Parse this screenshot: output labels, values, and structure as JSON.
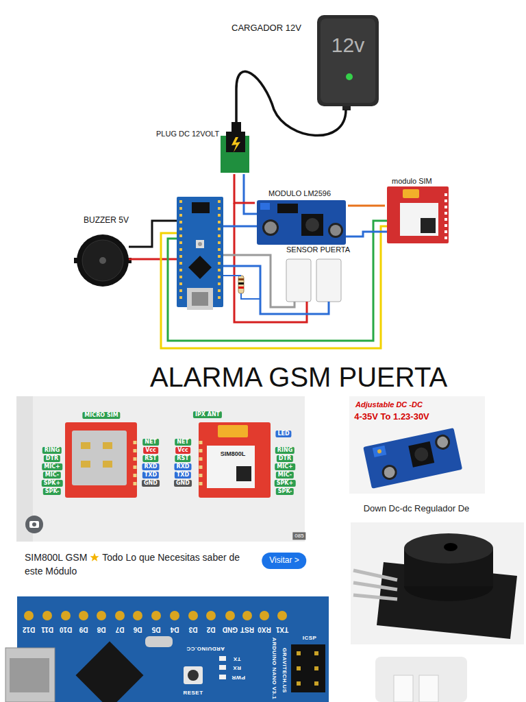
{
  "diagram": {
    "title": "ALARMA GSM PUERTA",
    "nodes": [
      {
        "text": [
          "CARGADOR 12V"
        ]
      },
      {
        "text": [
          "PLUG DC 12VOLT"
        ]
      },
      {
        "text": [
          "MODULO LM2596"
        ]
      },
      {
        "text": [
          "modulo SIM"
        ]
      },
      {
        "text": [
          "BUZZER 5V"
        ]
      },
      {
        "text": [
          "SENSOR PUERTA"
        ]
      }
    ],
    "edges": [
      {
        "from": 0,
        "to": 1,
        "arrow": "none"
      },
      {
        "from": 1,
        "to": 2,
        "arrow": "none"
      },
      {
        "from": 2,
        "to": 3,
        "arrow": "none"
      }
    ],
    "labels": [
      "12v",
      "MICRO SIM",
      "IPX ANT",
      "RING",
      "DTR",
      "MIC+",
      "MIC-",
      "SPK+",
      "SPK-",
      "NET",
      "Vcc",
      "RST",
      "RXD",
      "TXD",
      "GND",
      "NET",
      "Vcc",
      "RST",
      "RXD",
      "TXD",
      "GND",
      "LED",
      "RING",
      "DTR",
      "MIC+",
      "MIC-",
      "SPK+",
      "SPK-",
      "SIM800L",
      "085",
      "SIM800L GSM",
      "Todo Lo que Necesitas saber de este Módulo",
      "Visitar >",
      "Adjustable DC -DC",
      "4-35V To 1.23-30V",
      "Down Dc-dc Regulador De",
      "D12",
      "D11",
      "D10",
      "D9",
      "D8",
      "D7",
      "D6",
      "D5",
      "D4",
      "D3",
      "D2",
      "GND",
      "RST",
      "RX0",
      "TX1",
      "ARDUINO.CC",
      "ICSP",
      "RESET",
      "TX",
      "RX",
      "PWR",
      "ARDUINO NANO V3.1",
      "GRAVITECH.US"
    ]
  }
}
